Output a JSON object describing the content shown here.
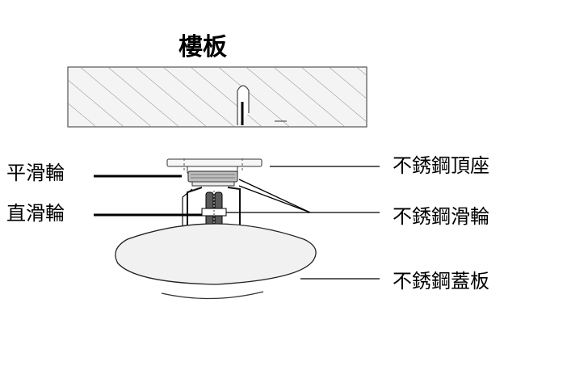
{
  "labels": {
    "slab": "樓板",
    "flat_wheel": "平滑輪",
    "vertical_wheel": "直滑輪",
    "ss_top_seat": "不銹鋼頂座",
    "ss_wheel": "不銹鋼滑輪",
    "ss_cover": "不銹鋼蓋板"
  },
  "colors": {
    "line": "#000000",
    "hatch": "#8a8a8a",
    "slab_fill": "#f4f4f4",
    "cover_fill": "#f1f1f1",
    "wheel_fill": "#5a5a5a"
  }
}
